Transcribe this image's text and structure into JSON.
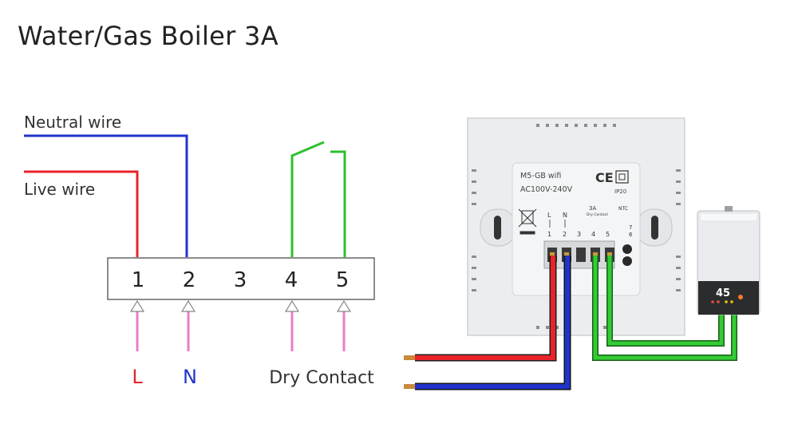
{
  "title": "Water/Gas Boiler 3A",
  "wire_labels": {
    "neutral": "Neutral wire",
    "live": "Live wire"
  },
  "terminal_block": {
    "numbers": [
      "1",
      "2",
      "3",
      "4",
      "5"
    ]
  },
  "bottom_labels": {
    "l": "L",
    "n": "N",
    "dry_contact": "Dry Contact"
  },
  "device": {
    "model": "M5-GB wifi",
    "voltage": "AC100V-240V",
    "ce_mark": "CE",
    "ip_rating": "IP20",
    "terminal_letters": [
      "L",
      "N"
    ],
    "terminal_numbers": [
      "1",
      "2",
      "3",
      "4",
      "5"
    ],
    "relay_rating": "3A",
    "relay_caption": "Dry Contact",
    "ntc_label": "NTC",
    "ntc_numbers": [
      "7",
      "6"
    ]
  },
  "boiler": {
    "display_value": "45"
  },
  "colors": {
    "live": "#e8232a",
    "neutral": "#2233cc",
    "dry_contact": "#2fbf2f",
    "input_arrow": "#e67fc7"
  }
}
